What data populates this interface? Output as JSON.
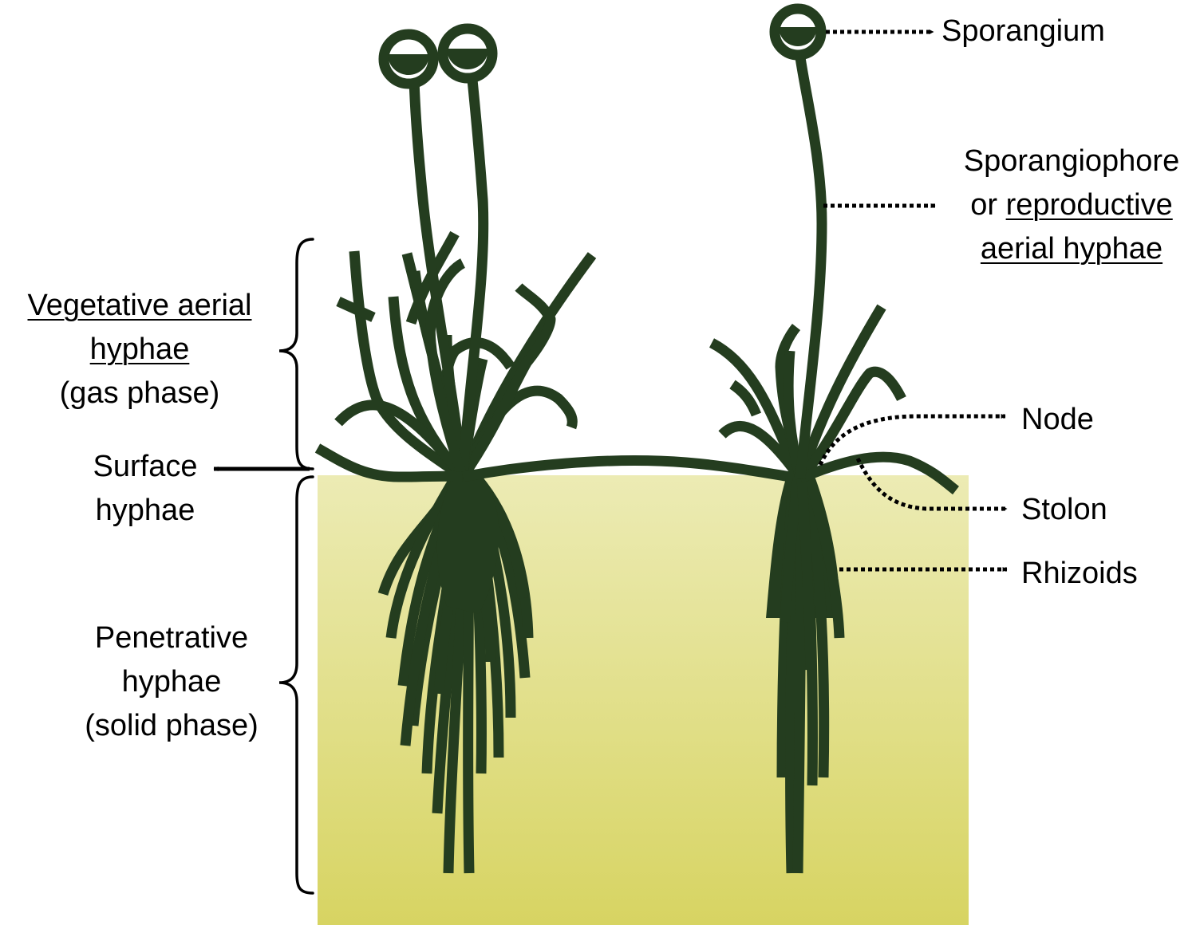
{
  "colors": {
    "hyphae": "#243d1f",
    "substrate_top": "#ecebb4",
    "substrate_bottom": "#d7d462",
    "label_text": "#000000"
  },
  "labels": {
    "sporangium": "Sporangium",
    "sporangiophore_line1": "Sporangiophore",
    "sporangiophore_line2_prefix": "or ",
    "sporangiophore_line2_underlined": "reproductive",
    "sporangiophore_line3": "aerial hyphae",
    "node": "Node",
    "stolon": "Stolon",
    "rhizoids": "Rhizoids",
    "vegetative_line1": "Vegetative aerial",
    "vegetative_line2": "hyphae",
    "vegetative_line3": "(gas phase)",
    "surface_line1": "Surface",
    "surface_line2": "hyphae",
    "penetrative_line1": "Penetrative",
    "penetrative_line2": "hyphae",
    "penetrative_line3": "(solid phase)"
  }
}
